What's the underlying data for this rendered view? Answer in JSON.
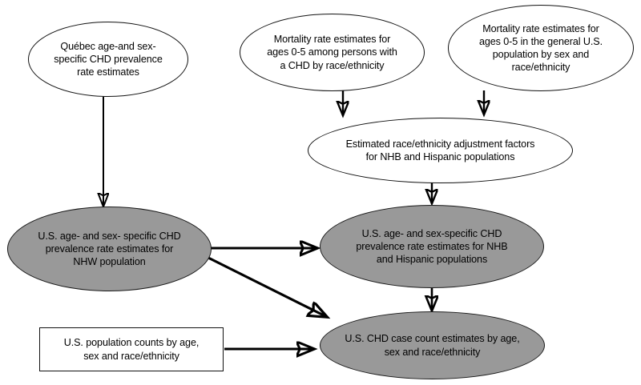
{
  "diagram": {
    "type": "flowchart",
    "title": "",
    "colors": {
      "input_node_fill": "#ffffff",
      "output_node_fill": "#999999",
      "stroke": "#111111",
      "text": "#000000"
    },
    "nodes": [
      {
        "id": "quebec-prevalence",
        "shape": "ellipse",
        "fill": "white",
        "text": "Québec age-and sex-\nspecific CHD prevalence\nrate estimates"
      },
      {
        "id": "mortality-chd",
        "shape": "ellipse",
        "fill": "white",
        "text": "Mortality rate estimates for\nages 0-5 among persons with\na CHD by race/ethnicity"
      },
      {
        "id": "mortality-general",
        "shape": "ellipse",
        "fill": "white",
        "text": "Mortality rate estimates for\nages 0-5 in the general U.S.\npopulation by sex and\nrace/ethnicity"
      },
      {
        "id": "adjustment-factors",
        "shape": "ellipse",
        "fill": "white",
        "text": "Estimated race/ethnicity adjustment factors\nfor NHB and Hispanic populations"
      },
      {
        "id": "nhw-prevalence",
        "shape": "ellipse",
        "fill": "gray",
        "text": "U.S. age- and sex- specific CHD\nprevalence rate estimates for\nNHW population"
      },
      {
        "id": "nhb-hispanic-prevalence",
        "shape": "ellipse",
        "fill": "gray",
        "text": "U.S. age- and sex-specific CHD\nprevalence rate estimates for NHB\nand Hispanic populations"
      },
      {
        "id": "population-counts",
        "shape": "rectangle",
        "fill": "white",
        "text": "U.S. population counts by age,\nsex and race/ethnicity"
      },
      {
        "id": "chd-case-counts",
        "shape": "ellipse",
        "fill": "gray",
        "text": "U.S. CHD case count estimates by age,\nsex and race/ethnicity"
      }
    ],
    "edges": [
      {
        "id": "edge-quebec-to-nhw",
        "from": "quebec-prevalence",
        "to": "nhw-prevalence",
        "direction": "down"
      },
      {
        "id": "edge-mortality-chd-to-adjustment",
        "from": "mortality-chd",
        "to": "adjustment-factors",
        "direction": "down"
      },
      {
        "id": "edge-mortality-general-to-adjustment",
        "from": "mortality-general",
        "to": "adjustment-factors",
        "direction": "down"
      },
      {
        "id": "edge-adjustment-to-nhb",
        "from": "adjustment-factors",
        "to": "nhb-hispanic-prevalence",
        "direction": "down"
      },
      {
        "id": "edge-nhw-to-nhb",
        "from": "nhw-prevalence",
        "to": "nhb-hispanic-prevalence",
        "direction": "right"
      },
      {
        "id": "edge-nhw-to-case-counts",
        "from": "nhw-prevalence",
        "to": "chd-case-counts",
        "direction": "down-right"
      },
      {
        "id": "edge-nhb-to-case-counts",
        "from": "nhb-hispanic-prevalence",
        "to": "chd-case-counts",
        "direction": "down"
      },
      {
        "id": "edge-population-to-case-counts",
        "from": "population-counts",
        "to": "chd-case-counts",
        "direction": "right"
      }
    ]
  }
}
